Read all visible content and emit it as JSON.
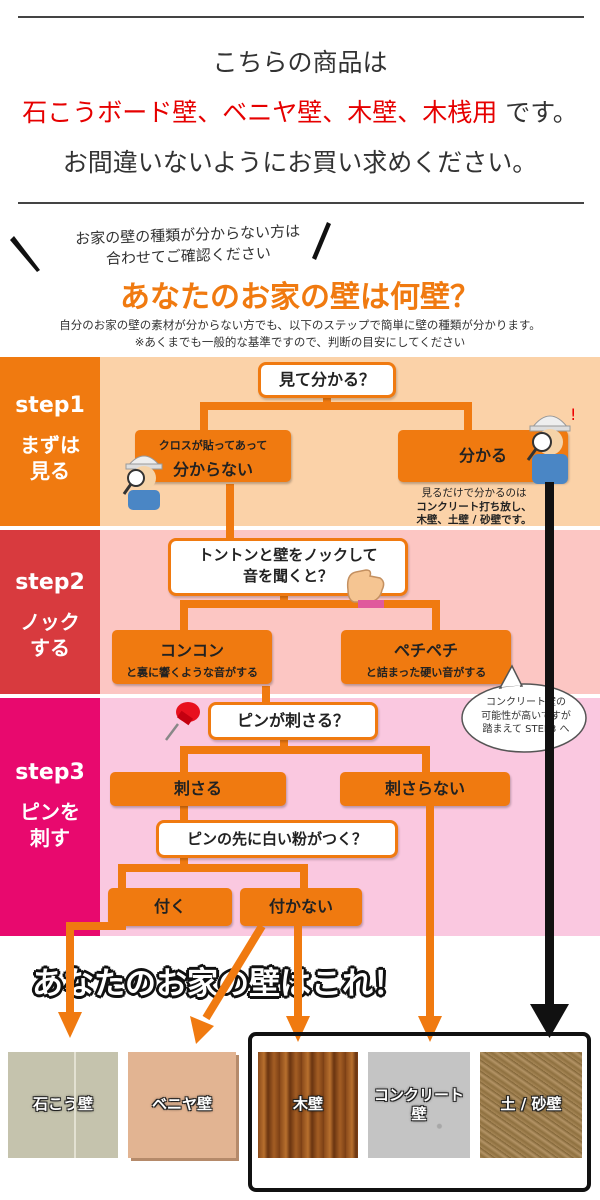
{
  "header": {
    "line1": "こちらの商品は",
    "line2_red": "石こうボード壁、ベニヤ壁、木壁、木桟用",
    "line2_tail": " です。",
    "line3": "お間違いないようにお買い求めください。"
  },
  "intro": {
    "note1": "お家の壁の種類が分からない方は",
    "note2": "合わせてご確認ください",
    "title": "あなたのお家の壁は何壁？",
    "desc1": "自分のお家の壁の素材が分からない方でも、以下のステップで簡単に壁の種類が分かります。",
    "desc2": "※あくまでも一般的な基準ですので、判断の目安にしてください"
  },
  "steps": [
    {
      "num": "step1",
      "label1": "まずは",
      "label2": "見る"
    },
    {
      "num": "step2",
      "label1": "ノック",
      "label2": "する"
    },
    {
      "num": "step3",
      "label1": "ピンを",
      "label2": "刺す"
    }
  ],
  "flow": {
    "q1": "見て分かる？",
    "a1_no_small": "クロスが貼ってあって",
    "a1_no": "分からない",
    "a1_yes": "分かる",
    "a1_yes_note1": "見るだけで分かるのは",
    "a1_yes_note2": "コンクリート打ち放し、",
    "a1_yes_note3": "木壁、土壁 / 砂壁です。",
    "q2_line1": "トントンと壁をノックして",
    "q2_line2": "音を聞くと？",
    "a2_left": "コンコン",
    "a2_left_sub": "と裏に響くような音がする",
    "a2_right": "ペチペチ",
    "a2_right_sub": "と詰まった硬い音がする",
    "bubble1": "コンクリート壁の",
    "bubble2": "可能性が高いですが",
    "bubble3": "踏まえて STEP3 へ",
    "q3": "ピンが刺さる？",
    "a3_yes": "刺さる",
    "a3_no": "刺さらない",
    "q4": "ピンの先に白い粉がつく？",
    "a4_yes": "付く",
    "a4_no": "付かない"
  },
  "result": {
    "banner": "あなたのお家の壁はこれ！",
    "tiles": [
      {
        "label": "石こう壁"
      },
      {
        "label": "ベニヤ壁"
      },
      {
        "label": "木壁"
      },
      {
        "label1": "コンクリート",
        "label2": "壁"
      },
      {
        "label": "土 / 砂壁"
      }
    ]
  },
  "colors": {
    "orange": "#f07a10",
    "step1_band": "#fbd2a8",
    "step1_col": "#f07a10",
    "step2_band": "#fcc6c3",
    "step2_col": "#d83a3e",
    "step3_band": "#fac8e0",
    "step3_col": "#e8096e",
    "title_orange": "#f07a10",
    "highlight_red": "#e60000"
  },
  "icons": [
    "inspector-magnifier-icon",
    "knocking-hand-icon",
    "push-pin-icon"
  ]
}
